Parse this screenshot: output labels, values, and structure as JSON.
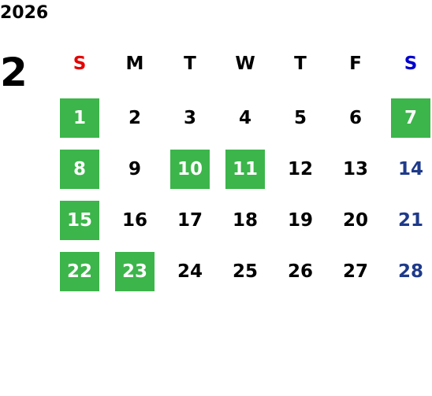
{
  "year": "2026",
  "month": "2",
  "colors": {
    "highlight": "#3cb54a",
    "sunday_header": "#e60000",
    "saturday_header": "#0000cc",
    "saturday_date": "#1e3a8a"
  },
  "weekdays": [
    "S",
    "M",
    "T",
    "W",
    "T",
    "F",
    "S"
  ],
  "weeks": [
    [
      "1",
      "2",
      "3",
      "4",
      "5",
      "6",
      "7"
    ],
    [
      "8",
      "9",
      "10",
      "11",
      "12",
      "13",
      "14"
    ],
    [
      "15",
      "16",
      "17",
      "18",
      "19",
      "20",
      "21"
    ],
    [
      "22",
      "23",
      "24",
      "25",
      "26",
      "27",
      "28"
    ]
  ],
  "highlighted_dates": [
    "1",
    "7",
    "8",
    "10",
    "11",
    "15",
    "22",
    "23"
  ]
}
